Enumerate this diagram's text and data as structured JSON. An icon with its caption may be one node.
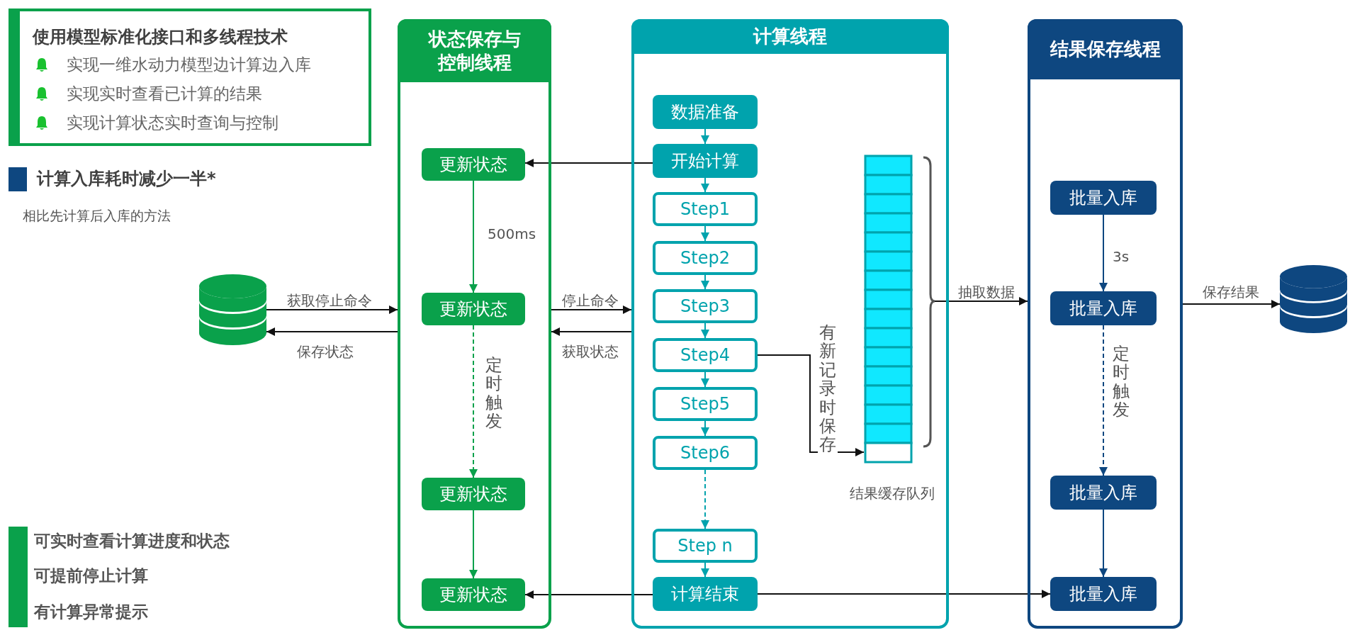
{
  "diagram": {
    "nodes": [
      {
        "text": [
          "使用模型标准化接口和多线程技术",
          "实现一维水动力模型边计算边入库",
          "实现实时查看已计算的结果",
          "实现计算状态实时查询与控制"
        ]
      },
      {
        "text": [],
        "shape": "cylinder"
      },
      {
        "text": [
          "状态保存与控制线程"
        ]
      },
      {
        "text": [
          "更新状态"
        ],
        "in": 2
      },
      {
        "text": [
          "更新状态"
        ],
        "in": 2
      },
      {
        "text": [
          "更新状态"
        ],
        "in": 2
      },
      {
        "text": [
          "更新状态"
        ],
        "in": 2
      },
      {
        "text": [
          "计算线程"
        ]
      },
      {
        "text": [
          "数据准备"
        ],
        "in": 7
      },
      {
        "text": [
          "开始计算"
        ],
        "in": 7
      },
      {
        "text": [
          "Step1"
        ],
        "in": 7
      },
      {
        "text": [
          "Step2"
        ],
        "in": 7
      },
      {
        "text": [
          "Step3"
        ],
        "in": 7
      },
      {
        "text": [
          "Step4"
        ],
        "in": 7
      },
      {
        "text": [
          "Step5"
        ],
        "in": 7
      },
      {
        "text": [
          "Step6"
        ],
        "in": 7
      },
      {
        "text": [
          "Step n"
        ],
        "in": 7
      },
      {
        "text": [
          "计算结束"
        ],
        "in": 7
      },
      {
        "text": [],
        "shape": "box",
        "in": 7,
        "beside": [
          "结果缓存队列"
        ]
      },
      {
        "text": [
          "结果保存线程"
        ]
      },
      {
        "text": [
          "批量入库"
        ],
        "in": 19
      },
      {
        "text": [
          "批量入库"
        ],
        "in": 19
      },
      {
        "text": [
          "批量入库"
        ],
        "in": 19
      },
      {
        "text": [
          "批量入库"
        ],
        "in": 19
      },
      {
        "text": [],
        "shape": "cylinder"
      },
      {
        "text": [],
        "shape": "bar"
      }
    ],
    "edges": [
      {
        "from": 1,
        "to": 2,
        "arrow": "to",
        "label": "获取停止命令"
      },
      {
        "from": 2,
        "to": 1,
        "arrow": "to",
        "label": "保存状态"
      },
      {
        "from": 3,
        "to": 4,
        "arrow": "to",
        "label": "500ms",
        "color": "#0aa14b"
      },
      {
        "from": 4,
        "to": 5,
        "arrow": "to",
        "label": "定时触发",
        "style": "dashed",
        "color": "#0aa14b"
      },
      {
        "from": 5,
        "to": 6,
        "arrow": "to",
        "color": "#0aa14b"
      },
      {
        "from": 9,
        "to": 3,
        "arrow": "to"
      },
      {
        "from": 2,
        "to": 7,
        "arrow": "to",
        "label": "停止命令"
      },
      {
        "from": 7,
        "to": 2,
        "arrow": "to",
        "label": "获取状态"
      },
      {
        "from": 17,
        "to": 6,
        "arrow": "to"
      },
      {
        "from": 8,
        "to": 9,
        "arrow": "to",
        "color": "#00a3ad"
      },
      {
        "from": 9,
        "to": 10,
        "arrow": "to",
        "color": "#00a3ad"
      },
      {
        "from": 10,
        "to": 11,
        "arrow": "to",
        "color": "#00a3ad"
      },
      {
        "from": 11,
        "to": 12,
        "arrow": "to",
        "color": "#00a3ad"
      },
      {
        "from": 12,
        "to": 13,
        "arrow": "to",
        "color": "#00a3ad"
      },
      {
        "from": 13,
        "to": 14,
        "arrow": "to",
        "color": "#00a3ad"
      },
      {
        "from": 14,
        "to": 15,
        "arrow": "to",
        "color": "#00a3ad"
      },
      {
        "from": 15,
        "to": 16,
        "arrow": "to",
        "style": "dashed",
        "color": "#00a3ad"
      },
      {
        "from": 16,
        "to": 17,
        "arrow": "to",
        "color": "#00a3ad"
      },
      {
        "from": 13,
        "to": 18,
        "arrow": "to",
        "label": "有新记录时保存"
      },
      {
        "from": 18,
        "to": 19,
        "arrow": "to",
        "label": "抽取数据"
      },
      {
        "from": 20,
        "to": 21,
        "arrow": "to",
        "label": "3s",
        "color": "#0e4780"
      },
      {
        "from": 21,
        "to": 22,
        "arrow": "to",
        "label": "定时触发",
        "style": "dashed",
        "color": "#0e4780"
      },
      {
        "from": 22,
        "to": 23,
        "arrow": "to",
        "color": "#0e4780"
      },
      {
        "from": 17,
        "to": 23,
        "arrow": "to"
      },
      {
        "from": 19,
        "to": 24,
        "arrow": "to",
        "label": "保存结果"
      }
    ],
    "labels": [
      "计算入库耗时减少一半*",
      "相比先计算后入库的方法",
      "可实时查看计算进度和状态",
      "可提前停止计算",
      "有计算异常提示"
    ]
  }
}
